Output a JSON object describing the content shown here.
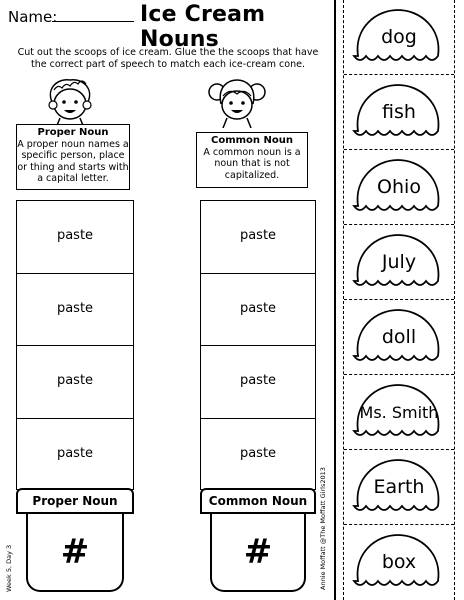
{
  "header": {
    "name_label": "Name:",
    "title": "Ice Cream Nouns",
    "instructions": "Cut out the scoops of ice cream. Glue the the scoops that have the correct part of speech to match each ice-cream cone."
  },
  "proper": {
    "heading": "Proper Noun",
    "definition": "A proper noun names a specific person, place or thing and starts with a capital letter.",
    "cone_label": "Proper Noun",
    "symbol": "#"
  },
  "common": {
    "heading": "Common Noun",
    "definition": "A common noun is a noun that is not capitalized.",
    "cone_label": "Common Noun",
    "symbol": "#"
  },
  "paste_label": "paste",
  "credits": {
    "left": "Week 5, Day 3",
    "right": "Annie Moffatt @The Moffatt Girls2013"
  },
  "scoops": [
    "dog",
    "fish",
    "Ohio",
    "July",
    "doll",
    "Ms. Smith",
    "Earth",
    "box"
  ]
}
